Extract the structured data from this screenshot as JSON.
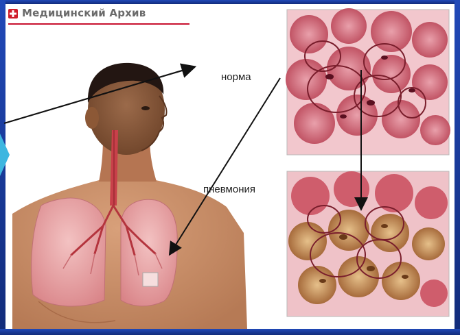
{
  "header": {
    "title": "Медицинский Архив",
    "icon": "red-cross-icon"
  },
  "labels": {
    "normal": "норма",
    "pneumonia": "пневмония"
  },
  "colors": {
    "slide_blue": "#1a3fa8",
    "header_red": "#d01d2a",
    "skin": "#c98e68",
    "lung": "#e9a3a6",
    "alveoli_normal": "#c2505f",
    "alveoli_pneumonia_fill": "#c08950"
  }
}
